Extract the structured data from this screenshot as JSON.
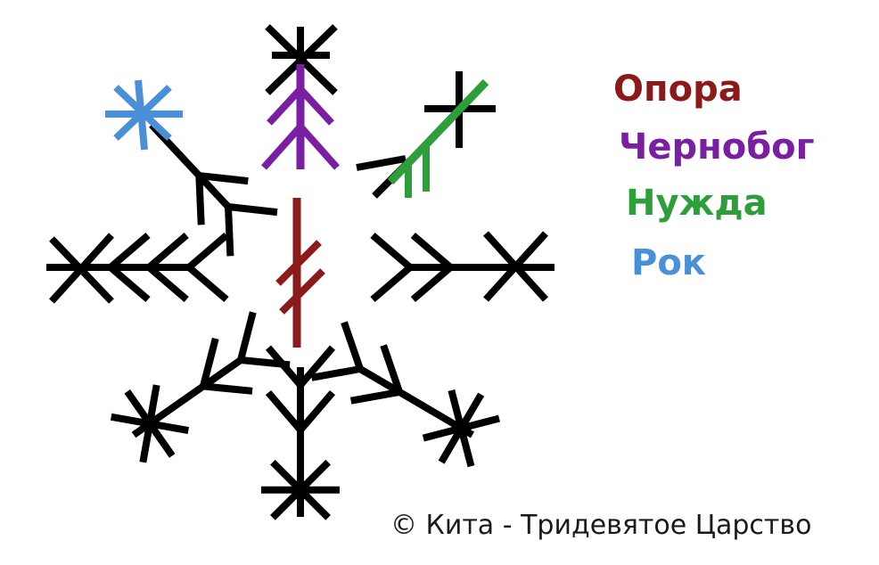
{
  "legend": [
    {
      "label": "Опора",
      "color": "#8b1a1a",
      "rune": "opora"
    },
    {
      "label": "Чернобог",
      "color": "#7b1fa2",
      "rune": "chernobog"
    },
    {
      "label": "Нужда",
      "color": "#2e9e3a",
      "rune": "nuzhda"
    },
    {
      "label": "Рок",
      "color": "#4a90d9",
      "rune": "rok"
    }
  ],
  "copyright": "© Кита - Тридевятое Царство",
  "stroke_color": "#000000"
}
